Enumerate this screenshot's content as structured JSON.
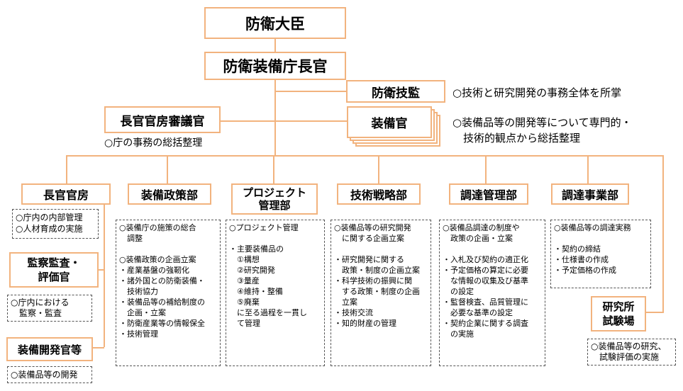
{
  "minister": "防衛大臣",
  "commissioner": "防衛装備庁長官",
  "tech_supervisor": {
    "label": "防衛技監",
    "note": "○技術と研究開発の事務全体を所掌"
  },
  "councilor": {
    "label": "長官官房審議官",
    "note": "○庁の事務の総括整理"
  },
  "equipment_officer": {
    "label": "装備官",
    "note": "○装備品等の開発等について専門的・\n　技術的観点から総括整理"
  },
  "secretariat": {
    "label": "長官官房",
    "desc": "○庁内の内部管理\n○人材育成の実施"
  },
  "audit": {
    "label": "監察監査・\n評価官",
    "desc": "○庁内における\n　監察・監査"
  },
  "dev_officer": {
    "label": "装備開発官等",
    "desc": "○装備品等の開発"
  },
  "departments": [
    {
      "label": "装備政策部",
      "desc": "○装備庁の施策の総合\n　調整\n\n○装備政策の企画立案\n・産業基盤の強靭化\n・諸外国との防衛装備・\n　技術協力\n・装備品等の補給制度の\n　企画・立案\n・防衛産業等の情報保全\n・技術管理"
    },
    {
      "label": "プロジェクト\n管理部",
      "desc": "○プロジェクト管理\n\n・主要装備品の\n　①構想\n　②研究開発\n　③量産\n　④維持・整備\n　⑤廃棄\n　に至る過程を一貫し\n　て管理"
    },
    {
      "label": "技術戦略部",
      "desc": "○装備品等の研究開発\n　に関する企画立案\n\n・研究開発に関する\n　政策・制度の企画立案\n・科学技術の振興に関\n　する政策・制度の企画\n　立案\n・技術交流\n・知的財産の管理"
    },
    {
      "label": "調達管理部",
      "desc": "○装備品調達の制度や\n　政策の企画・立案\n\n・入札及び契約の適正化\n・予定価格の算定に必要\n　な情報の収集及び基準\n　の設定\n・監督検査、品質管理に\n　必要な基準の設定\n・契約企業に関する調査\n　の実施"
    },
    {
      "label": "調達事業部",
      "desc": "○装備品等の調達実務\n\n・契約の締結\n・仕様書の作成\n・予定価格の作成"
    }
  ],
  "research_institute": {
    "label": "研究所\n試験場",
    "desc": "○装備品等の研究、\n　試験評価の実施"
  }
}
